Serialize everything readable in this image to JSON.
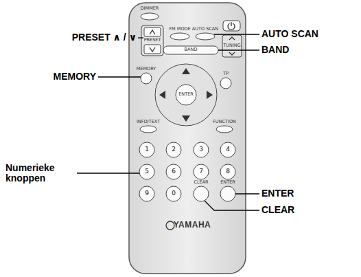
{
  "diagram": {
    "labels": [
      "DIMMER",
      "FM MODE",
      "AUTO SCAN",
      "PRESET",
      "TUNING",
      "BAND",
      "MEMORY",
      "TP",
      "ENTER",
      "INFO/TEXT",
      "FUNCTION",
      "1",
      "2",
      "3",
      "4",
      "5",
      "6",
      "7",
      "8",
      "9",
      "0",
      "CLEAR",
      "ENTER",
      "YAMAHA",
      "PRESET ∧ / ∨",
      "AUTO SCAN",
      "BAND",
      "MEMORY",
      "Numerieke knoppen",
      "ENTER",
      "CLEAR"
    ]
  }
}
